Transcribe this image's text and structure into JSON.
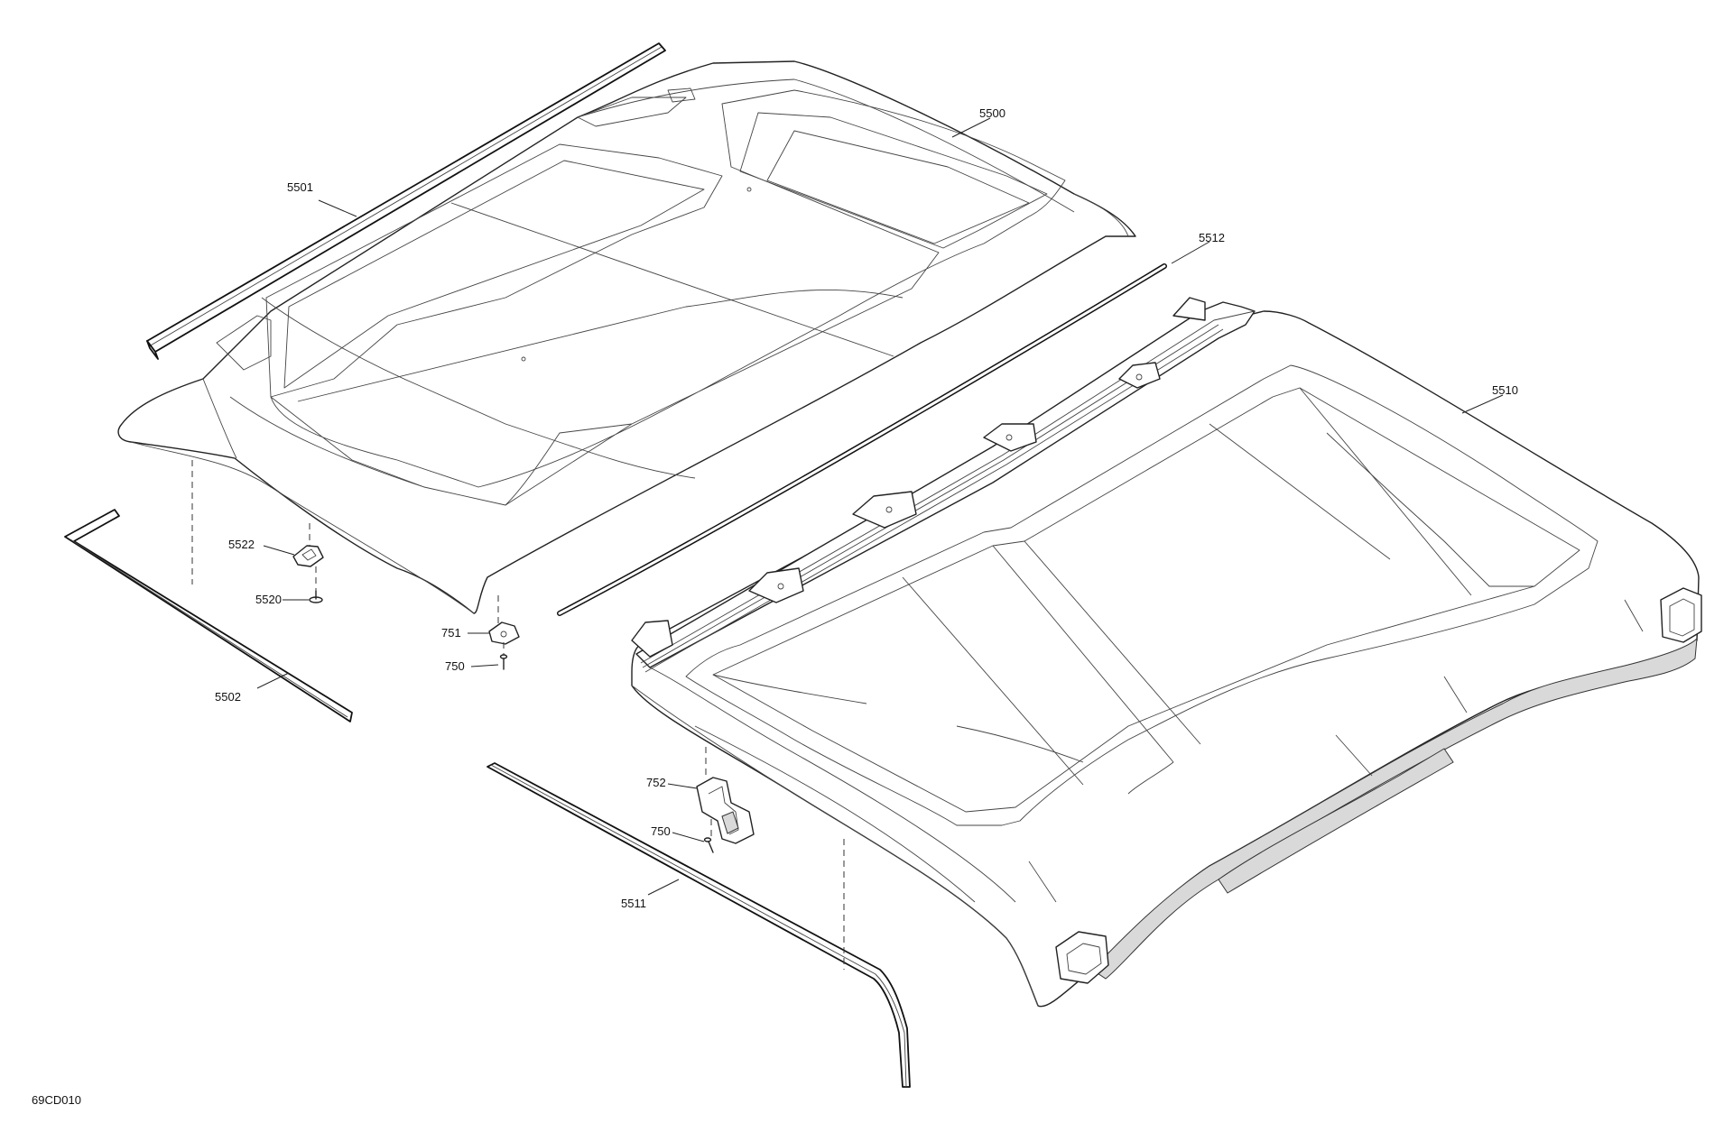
{
  "callouts": {
    "p5500": "5500",
    "p5501": "5501",
    "p5502": "5502",
    "p5510": "5510",
    "p5511": "5511",
    "p5512": "5512",
    "p5520": "5520",
    "p5522": "5522",
    "p750a": "750",
    "p750b": "750",
    "p751": "751",
    "p752": "752"
  },
  "document_id": "69CD010"
}
